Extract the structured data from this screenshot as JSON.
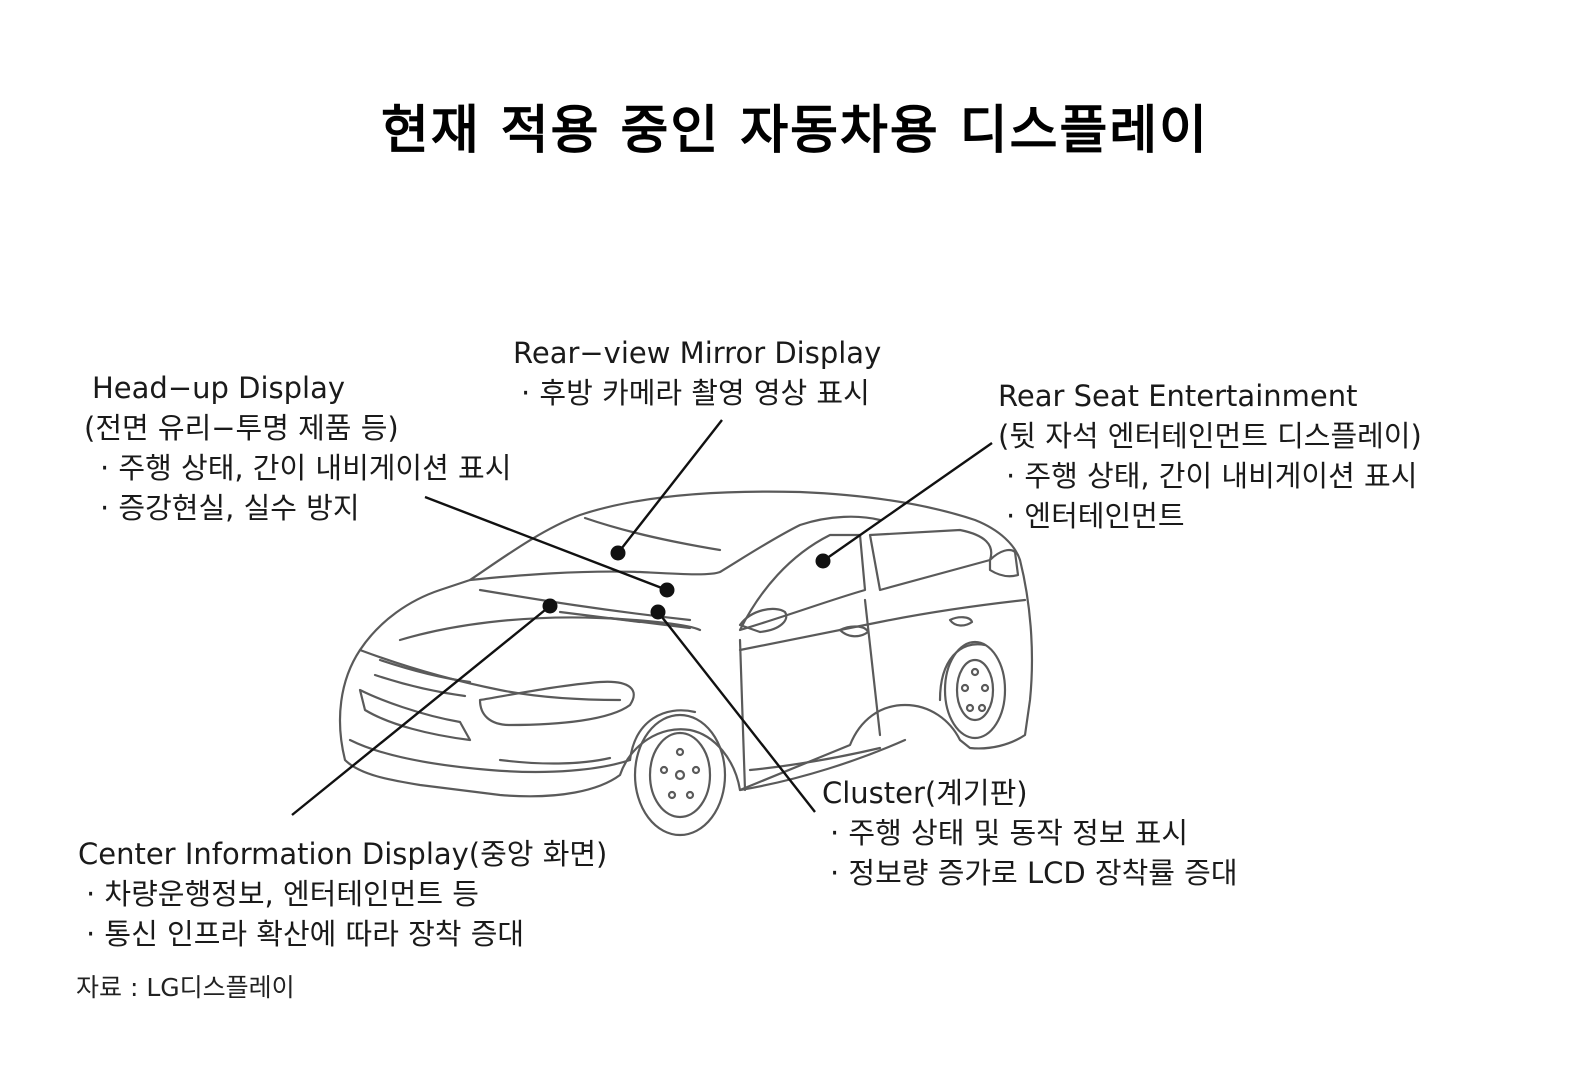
{
  "title": "현재 적용 중인 자동차용 디스플레이",
  "callouts": {
    "hud": {
      "heading": "Head−up Display",
      "subheading": "(전면 유리−투명 제품 등)",
      "bullets": [
        "· 주행 상태, 간이 내비게이션 표시",
        "· 증강현실, 실수 방지"
      ]
    },
    "rearview": {
      "heading": "Rear−view Mirror Display",
      "bullets": [
        "· 후방 카메라 촬영 영상 표시"
      ]
    },
    "rse": {
      "heading": "Rear Seat Entertainment",
      "subheading": "(뒷 자석 엔터테인먼트 디스플레이)",
      "bullets": [
        "· 주행 상태, 간이 내비게이션 표시",
        "· 엔터테인먼트"
      ]
    },
    "cluster": {
      "heading": "Cluster(계기판)",
      "bullets": [
        "· 주행 상태 및 동작 정보 표시",
        "· 정보량 증가로 LCD 장착률 증대"
      ]
    },
    "cid": {
      "heading": "Center Information Display(중앙 화면)",
      "bullets": [
        "· 차량운행정보, 엔터테인먼트 등",
        "· 통신 인프라 확산에 따라 장착 증대"
      ]
    }
  },
  "source": "자료 : LG디스플레이",
  "colors": {
    "text": "#1a1a1a",
    "line": "#111111",
    "car_outline": "#5a5a5a"
  }
}
